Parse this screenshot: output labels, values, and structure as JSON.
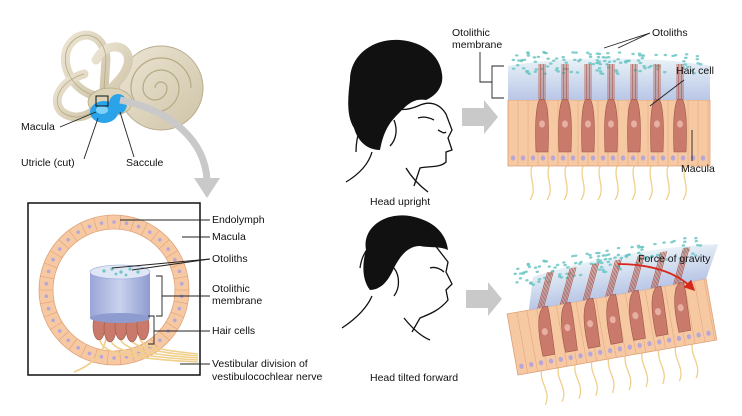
{
  "ear": {
    "labels": {
      "macula": "Macula",
      "utricle": "Utricle (cut)",
      "saccule": "Saccule"
    }
  },
  "inset": {
    "labels": {
      "endolymph": "Endolymph",
      "macula": "Macula",
      "otoliths": "Otoliths",
      "membrane_1": "Otolithic",
      "membrane_2": "membrane",
      "hair_cells": "Hair cells",
      "nerve_1": "Vestibular division of",
      "nerve_2": "vestibulocochlear nerve"
    }
  },
  "upright": {
    "caption": "Head upright",
    "labels": {
      "membrane_1": "Otolithic",
      "membrane_2": "membrane",
      "otoliths": "Otoliths",
      "hair_cell": "Hair cell",
      "macula": "Macula"
    }
  },
  "tilted": {
    "caption": "Head tilted forward",
    "labels": {
      "gravity": "Force of gravity"
    }
  },
  "colors": {
    "utricle_blue": "#2aa3e8",
    "cell_peach": "#f6c9a2",
    "cell_outline": "#e0a27a",
    "nucleus": "#b9a6d8",
    "hair_cell": "#c97a6a",
    "otolith": "#6cc6c4",
    "membrane": "#b9c6e6",
    "arrow_gray": "#c9c9c9",
    "gravity_red": "#d9261c"
  }
}
